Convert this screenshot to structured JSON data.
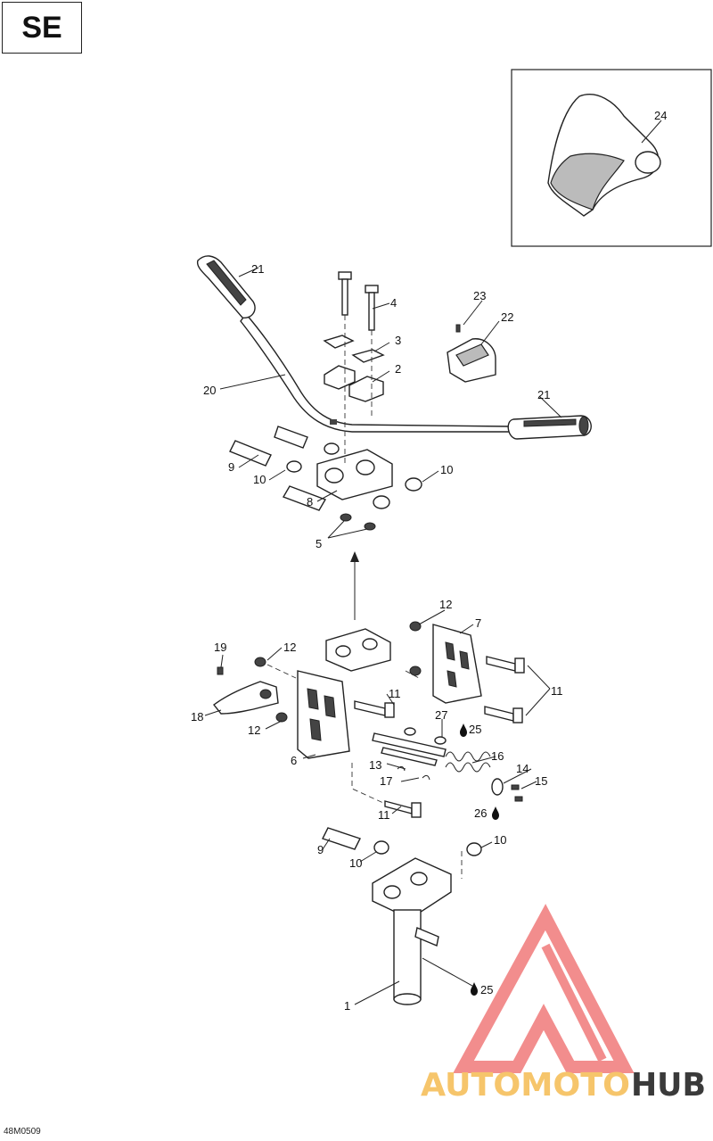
{
  "section_label": "SE",
  "drawing_code": "48M0509",
  "callouts": [
    "1",
    "2",
    "3",
    "4",
    "5",
    "6",
    "7",
    "8",
    "9",
    "10",
    "11",
    "12",
    "13",
    "14",
    "15",
    "16",
    "17",
    "18",
    "19",
    "20",
    "21",
    "22",
    "23",
    "24",
    "25",
    "26",
    "27"
  ],
  "watermark": {
    "word_a": "AUTOMOTO",
    "word_b": "HUB",
    "accent": "#f07a7a",
    "dark": "#3a3a3a",
    "gold": "#f6c56b"
  }
}
